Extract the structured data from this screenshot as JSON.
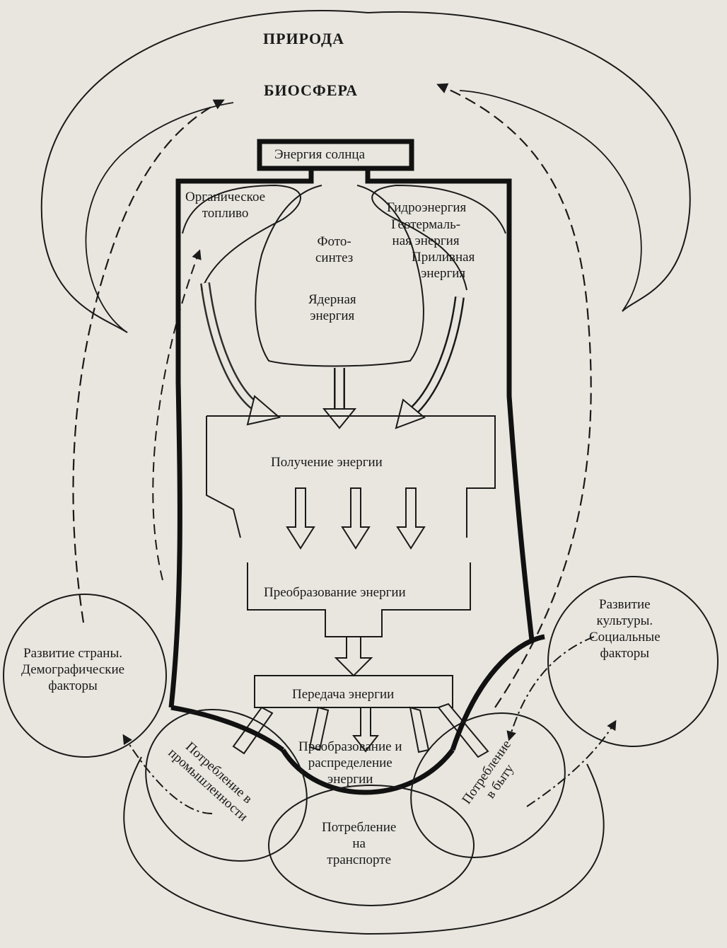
{
  "diagram": {
    "top_labels": {
      "nature": "ПРИРОДА",
      "biosphere": "БИОСФЕРА"
    },
    "sun": "Энергия солнца",
    "sources": {
      "organic_fuel": [
        "Органическое",
        "топливо"
      ],
      "hydro": "Гидроэнергия",
      "geothermal": [
        "Геотермаль-",
        "ная энергия"
      ],
      "tidal": [
        "Приливная",
        "энергия"
      ],
      "photosynthesis": [
        "Фото-",
        "синтез"
      ],
      "nuclear": [
        "Ядерная",
        "энергия"
      ]
    },
    "stages": {
      "obtaining": "Получение энергии",
      "conversion": "Преобразование энергии",
      "transmission": "Передача энергии",
      "distribution": [
        "Преобразование и",
        "распределение",
        "энергии"
      ]
    },
    "consumers": {
      "industry": [
        "Потребление в",
        "промышленности"
      ],
      "household": [
        "Потребление",
        "в быту"
      ],
      "transport": [
        "Потребление",
        "на",
        "транспорте"
      ]
    },
    "factors": {
      "country": [
        "Развитие страны.",
        "Демографические",
        "факторы"
      ],
      "culture": [
        "Развитие",
        "культуры.",
        "Социальные",
        "факторы"
      ]
    }
  }
}
